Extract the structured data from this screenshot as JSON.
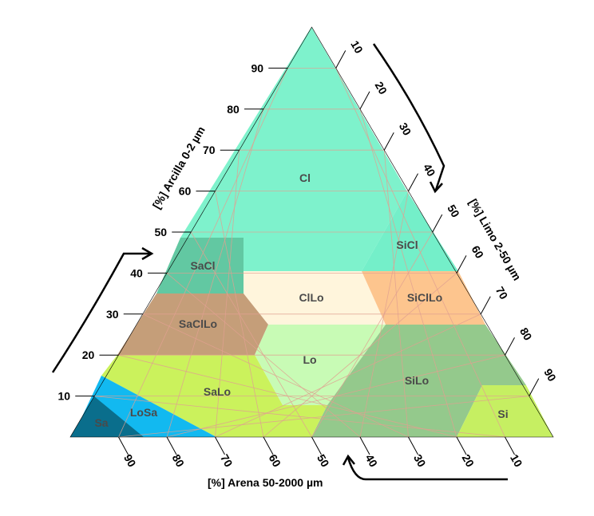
{
  "axes": {
    "clay": {
      "title": "[%] Arcilla 0-2 µm",
      "ticks": [
        "10",
        "20",
        "30",
        "40",
        "50",
        "60",
        "70",
        "80",
        "90"
      ]
    },
    "silt": {
      "title": "[%] Limo 2-50 µm",
      "ticks": [
        "10",
        "20",
        "30",
        "40",
        "50",
        "60",
        "70",
        "80",
        "90"
      ]
    },
    "sand": {
      "title": "[%] Arena 50-2000 µm",
      "ticks": [
        "90",
        "80",
        "70",
        "60",
        "50",
        "40",
        "30",
        "20",
        "10"
      ]
    }
  },
  "classes": [
    {
      "label": "Cl",
      "color": "#7ef2cc"
    },
    {
      "label": "SiCl",
      "color": "#74efc9"
    },
    {
      "label": "SaCl",
      "color": "#62c8a2"
    },
    {
      "label": "ClLo",
      "color": "#fff5dc"
    },
    {
      "label": "SiClLo",
      "color": "#fdc58e"
    },
    {
      "label": "SaClLo",
      "color": "#c59e79"
    },
    {
      "label": "Lo",
      "color": "#c8fbb5"
    },
    {
      "label": "SiLo",
      "color": "#94c98c"
    },
    {
      "label": "SaLo",
      "color": "#cbf25c"
    },
    {
      "label": "LoSa",
      "color": "#12b9f0"
    },
    {
      "label": "Sa",
      "color": "#0a6e8c"
    },
    {
      "label": "Si",
      "color": "#c6ef62"
    }
  ],
  "grid_color": "#e0a090"
}
